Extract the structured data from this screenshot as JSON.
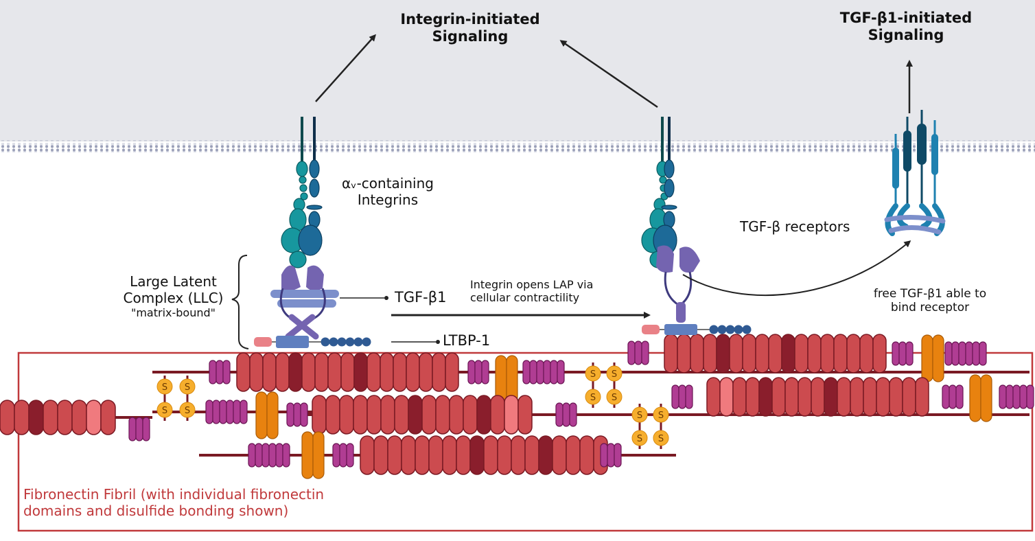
{
  "figure": {
    "title_integrin": [
      "Integrin-initiated",
      "Signaling"
    ],
    "title_tgf": [
      "TGF-β1-initiated",
      "Signaling"
    ],
    "label_integrins": [
      "αᵥ-containing",
      "Integrins"
    ],
    "label_llc": [
      "Large Latent",
      "Complex (LLC)",
      "\"matrix-bound\""
    ],
    "label_tgfb1": "TGF-β1",
    "label_ltbp1": "LTBP-1",
    "label_opens_lap": [
      "Integrin opens LAP via",
      "cellular contractility"
    ],
    "label_receptors": "TGF-β receptors",
    "label_free_tgf": [
      "free TGF-β1 able to",
      "bind receptor"
    ],
    "label_fibril": [
      "Fibronectin Fibril (with individual fibronectin",
      "domains and disulfide bonding shown)"
    ],
    "disulfide_symbol": "S"
  },
  "colors": {
    "cytoplasm": "#e6e7eb",
    "membrane": "#9a9fb8",
    "fibril_box": "#c0393b",
    "fibril_text": "#c0393b",
    "fn_domain": "#cc4b4f",
    "fn_domain_dark": "#8a1e2c",
    "fn_domain_light": "#f07a7e",
    "fn_small": "#b03d93",
    "fn_orange": "#e8820f",
    "disulfide": "#f6ae2d",
    "backbone": "#7a1a24",
    "alpha_subunit": "#17979e",
    "beta_subunit": "#1d6a98",
    "lap": "#7464b0",
    "tgf": "#7c8fcb",
    "receptor_light": "#1e81b0",
    "receptor_dark": "#0f4a66",
    "ltbp_pink": "#e98187",
    "ltbp_blue": "#5f7fbf",
    "ltbp_dots": "#2f5a93",
    "arrow": "#222222"
  }
}
